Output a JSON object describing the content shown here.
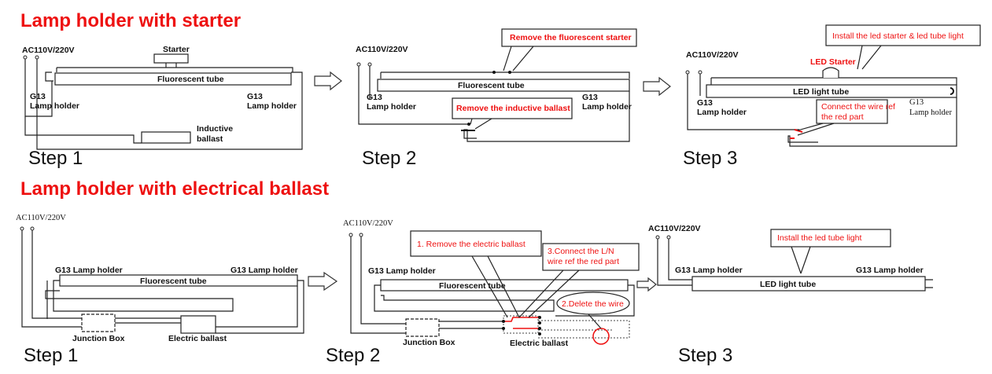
{
  "titles": {
    "starter": "Lamp holder with starter",
    "electrical": "Lamp holder with electrical ballast"
  },
  "steps": {
    "step1": "Step 1",
    "step2": "Step 2",
    "step3": "Step 3"
  },
  "labels": {
    "ac": "AC110V/220V",
    "starter": "Starter",
    "fluorescent_tube": "Fluorescent tube",
    "g13": "G13",
    "lamp_holder": "Lamp holder",
    "g13_lamp_holder": "G13 Lamp holder",
    "inductive": "Inductive",
    "ballast": "ballast",
    "led_light_tube": "LED light tube",
    "led_starter": "LED Starter",
    "junction_box": "Junction Box",
    "electric_ballast": "Electric ballast",
    "electric_ballast_lc": "Electric ballast"
  },
  "callouts": {
    "remove_starter": "Remove the fluorescent starter",
    "remove_inductive": "Remove the inductive ballast",
    "install_led_starter": "Install the led starter & led tube light",
    "connect_wire_1": "Connect the wire ref",
    "connect_wire_2": "the red part",
    "remove_electric": "1. Remove the electric ballast",
    "connect_ln_1": "3.Connect the L/N",
    "connect_ln_2": "wire ref the red part",
    "delete_wire": "2.Delete the wire",
    "install_led_tube": "Install the led tube light"
  },
  "colors": {
    "accent": "#ee1111",
    "line": "#222222"
  }
}
